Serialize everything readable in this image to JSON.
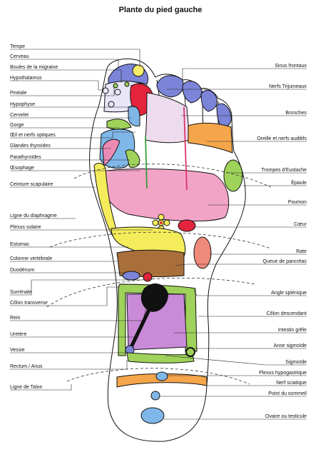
{
  "title": "Plante du pied gauche",
  "labels_left": [
    "Tempe",
    "Cerveau",
    "Boules de la migraine",
    "Hypothalamus",
    "Pinéale",
    "Hypophyse",
    "Cervelet",
    "Gorge",
    "Œil et nerfs optiques",
    "Glandes thyroïdes",
    "Parathyroïdes",
    "Œsophage",
    "Ceinture scapulaire",
    "Ligne du diaphragme",
    "Plexus solaire",
    "Estomac",
    "Colonne vertébrale",
    "Duodénum",
    "Surrénale",
    "Côlon transverse",
    "Rein",
    "Uretère",
    "Vessie",
    "Rectum / Anus",
    "Ligne de Talon"
  ],
  "labels_right": [
    "Sinus frontaux",
    "Nerfs Trijumeaux",
    "Bronches",
    "Oreille et nerfs auditifs",
    "Trompes d'Eustache",
    "Épaule",
    "Poumon",
    "Cœur",
    "Rate",
    "Queue de pancréas",
    "Angle splénique",
    "Côlon descendant",
    "Intestin grêle",
    "Anse sigmoïde",
    "Sigmoïde",
    "Plexus hypogastrique",
    "Nerf sciatique",
    "Point du sommeil",
    "Ovaire ou testicule"
  ]
}
